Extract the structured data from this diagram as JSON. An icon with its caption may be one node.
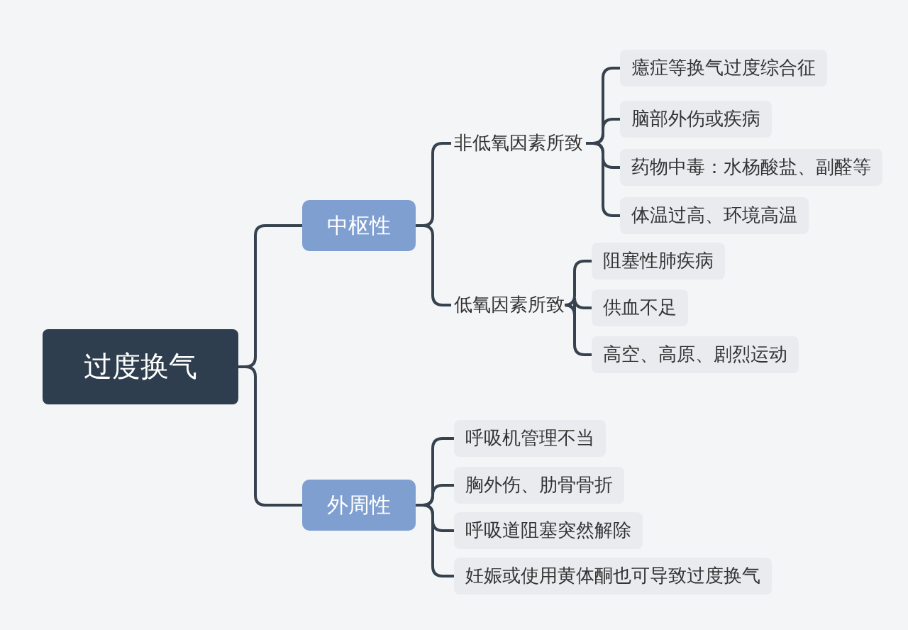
{
  "diagram": {
    "nodes": [
      {
        "text": [
          "过度换气"
        ]
      },
      {
        "text": [
          "中枢性"
        ]
      },
      {
        "text": [
          "非低氧因素所致"
        ]
      },
      {
        "text": [
          "癔症等换气过度综合征"
        ]
      },
      {
        "text": [
          "脑部外伤或疾病"
        ]
      },
      {
        "text": [
          "药物中毒：水杨酸盐、副醛等"
        ]
      },
      {
        "text": [
          "体温过高、环境高温"
        ]
      },
      {
        "text": [
          "低氧因素所致"
        ]
      },
      {
        "text": [
          "阻塞性肺疾病"
        ]
      },
      {
        "text": [
          "供血不足"
        ]
      },
      {
        "text": [
          "高空、高原、剧烈运动"
        ]
      },
      {
        "text": [
          "外周性"
        ]
      },
      {
        "text": [
          "呼吸机管理不当"
        ]
      },
      {
        "text": [
          "胸外伤、肋骨骨折"
        ]
      },
      {
        "text": [
          "呼吸道阻塞突然解除"
        ]
      },
      {
        "text": [
          "妊娠或使用黄体酮也可导致过度换气"
        ]
      }
    ],
    "edges": [
      {
        "from": 0,
        "to": 1,
        "arrow": "none"
      },
      {
        "from": 0,
        "to": 11,
        "arrow": "none"
      },
      {
        "from": 1,
        "to": 2,
        "arrow": "none"
      },
      {
        "from": 1,
        "to": 7,
        "arrow": "none"
      },
      {
        "from": 2,
        "to": 3,
        "arrow": "none"
      },
      {
        "from": 2,
        "to": 4,
        "arrow": "none"
      },
      {
        "from": 2,
        "to": 5,
        "arrow": "none"
      },
      {
        "from": 2,
        "to": 6,
        "arrow": "none"
      },
      {
        "from": 7,
        "to": 8,
        "arrow": "none"
      },
      {
        "from": 7,
        "to": 9,
        "arrow": "none"
      },
      {
        "from": 7,
        "to": 10,
        "arrow": "none"
      },
      {
        "from": 11,
        "to": 12,
        "arrow": "none"
      },
      {
        "from": 11,
        "to": 13,
        "arrow": "none"
      },
      {
        "from": 11,
        "to": 14,
        "arrow": "none"
      },
      {
        "from": 11,
        "to": 15,
        "arrow": "none"
      }
    ]
  }
}
